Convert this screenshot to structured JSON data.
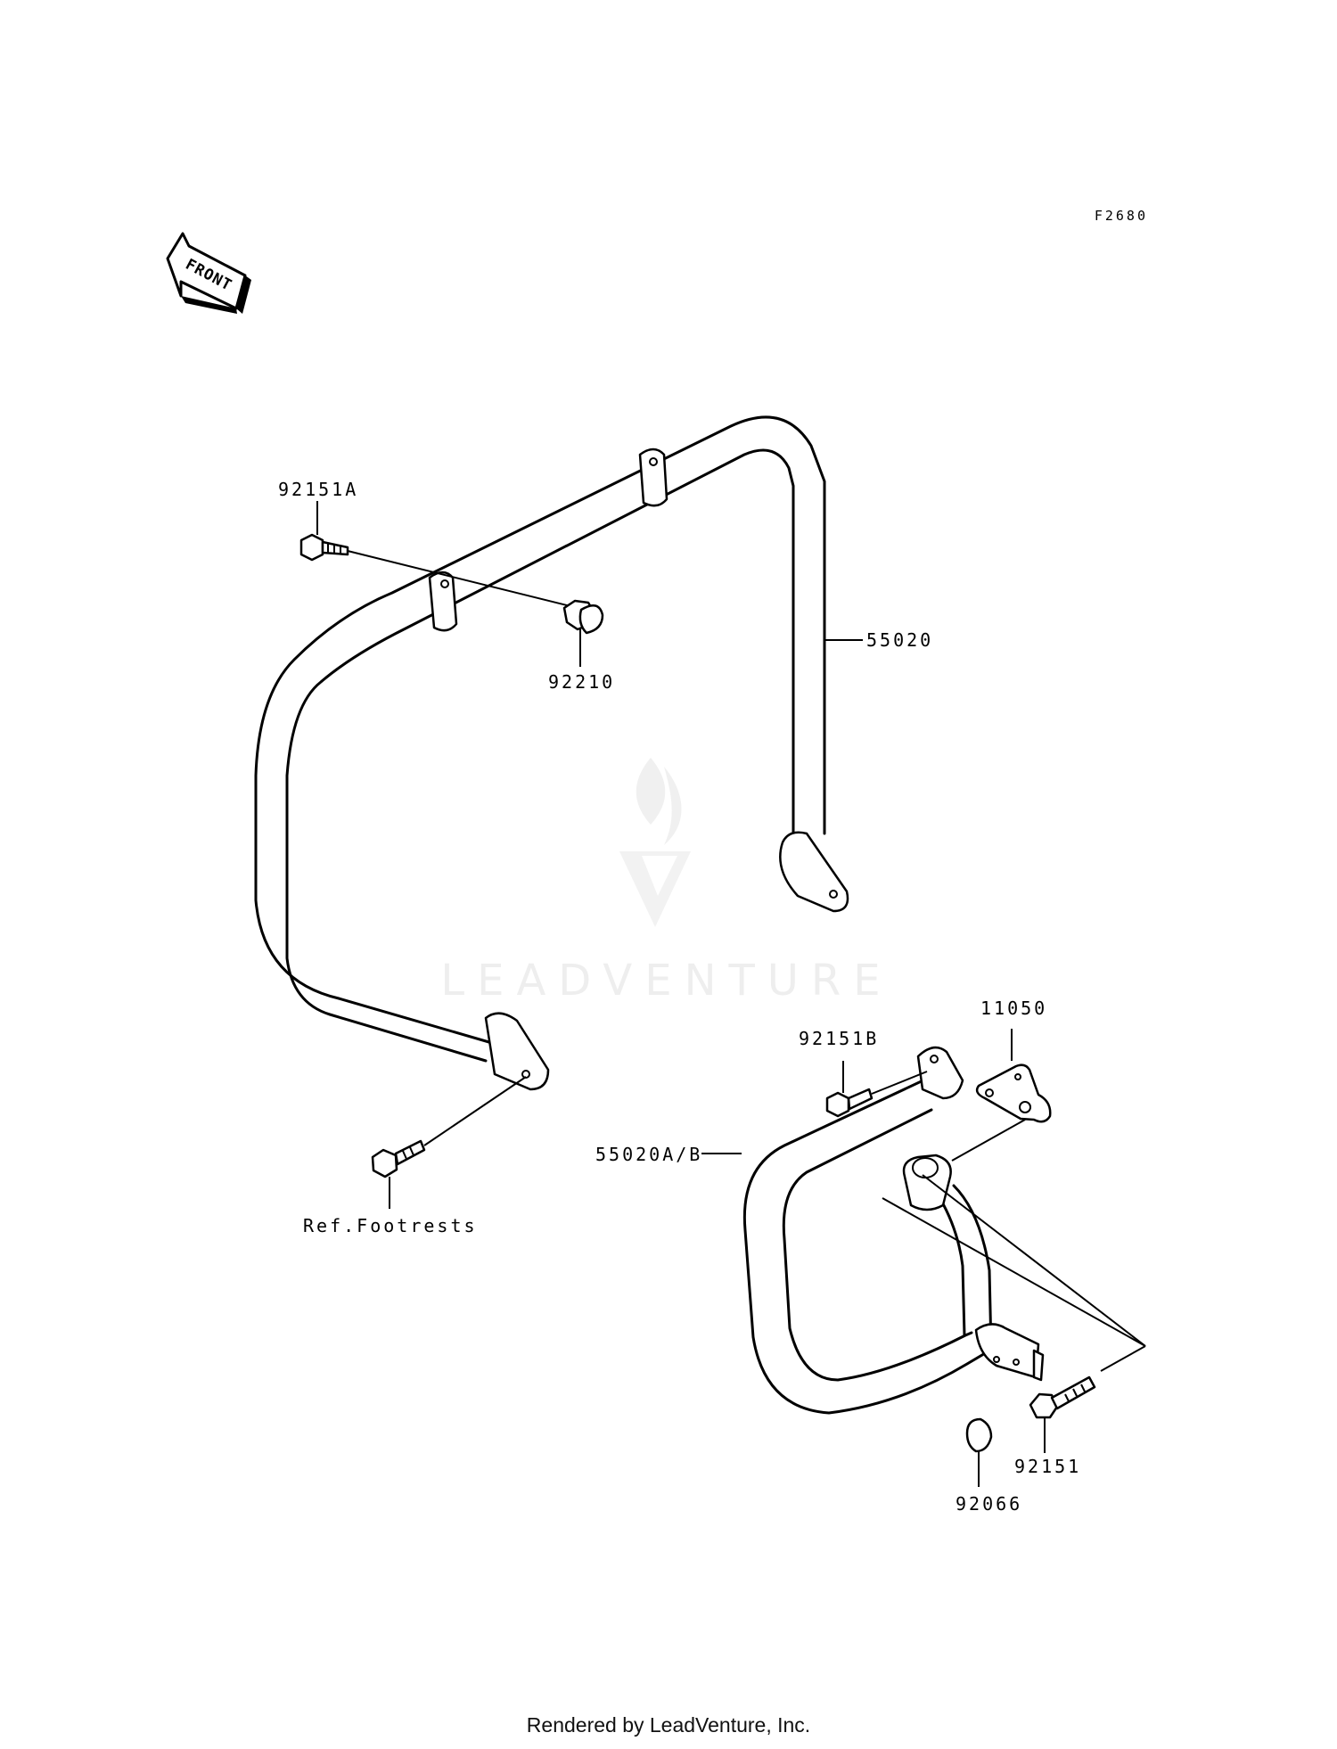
{
  "figure_code": "F2680",
  "front_arrow_label": "FRONT",
  "parts": {
    "bolt_a": "92151A",
    "cap_nut": "92210",
    "guard_front": "55020",
    "ref_footrests": "Ref.Footrests",
    "bracket": "11050",
    "bolt_b": "92151B",
    "guard_rear": "55020A/B",
    "bolt": "92151",
    "cap": "92066"
  },
  "watermark": "LEADVENTURE",
  "footer": "Rendered by LeadVenture, Inc.",
  "colors": {
    "line": "#000000",
    "watermark": "#eeeeee",
    "background": "#ffffff"
  }
}
